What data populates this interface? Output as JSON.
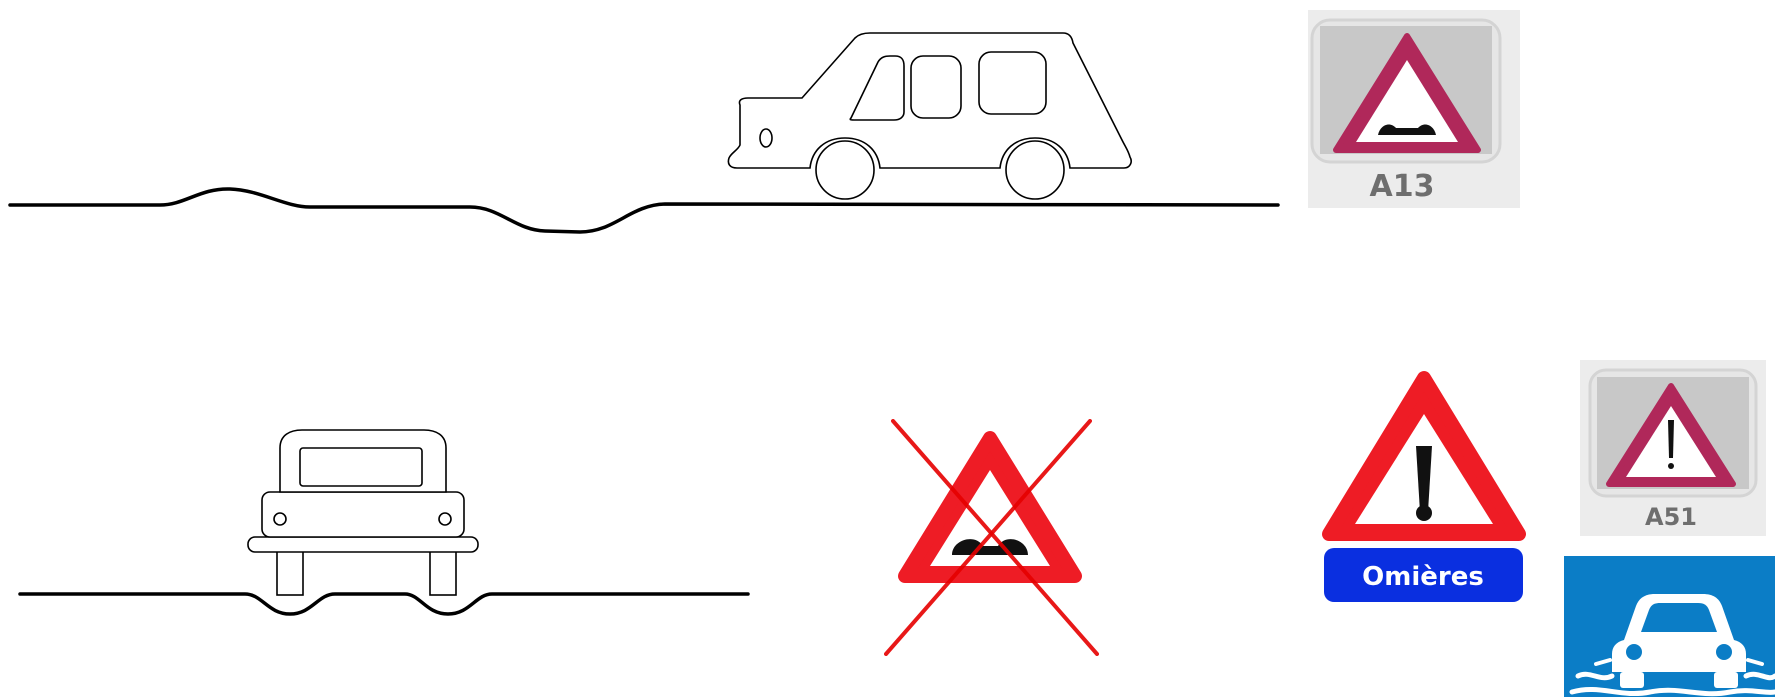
{
  "signs": {
    "a13": {
      "code": "A13"
    },
    "a51": {
      "code": "A51"
    },
    "omieres": {
      "label": "Omières"
    }
  },
  "colors": {
    "sign_red_faded": "#b0285a",
    "sign_red": "#ee1c25",
    "sign_blue": "#0a2fe0",
    "info_blue": "#0b7dc6",
    "card_gray": "#ececec",
    "card_inner_gray": "#c8c8c8",
    "line": "#000000"
  },
  "icons": [
    "car-side-outline-icon",
    "car-rear-outline-icon",
    "road-bumps-warning-sign-icon",
    "crossed-out-warning-sign-icon",
    "danger-warning-sign-icon",
    "water-on-road-car-icon"
  ]
}
